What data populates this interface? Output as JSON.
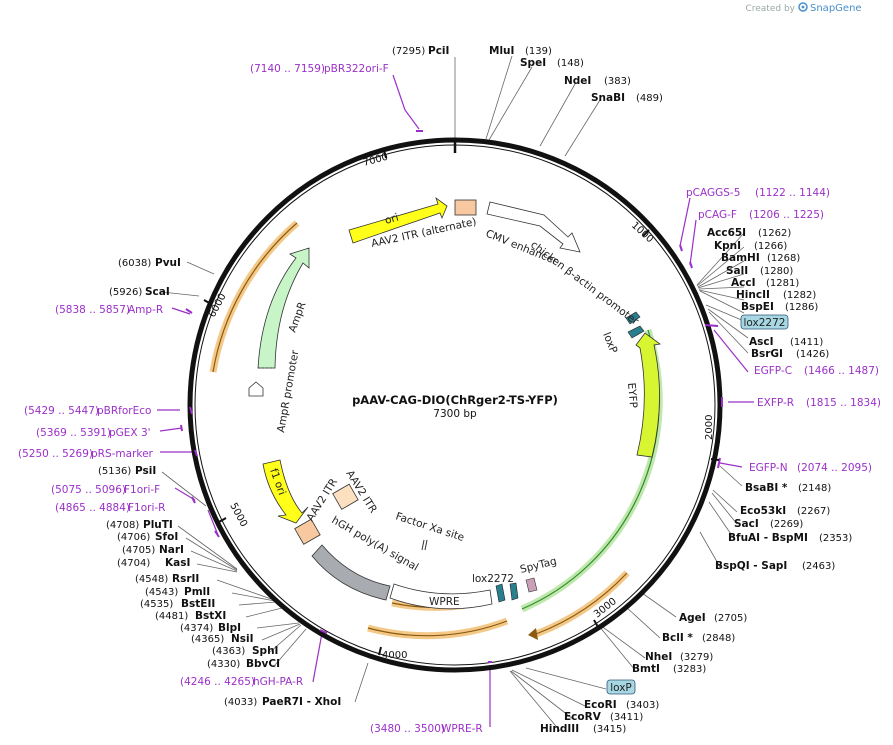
{
  "title": "pAAV-CAG-DIO(ChRger2-TS-YFP)",
  "length_label": "7300 bp",
  "total_bp": 7300,
  "credit": {
    "prefix": "Created by",
    "brand": "SnapGene"
  },
  "ticks": [
    {
      "bp": 1000,
      "label": "1000"
    },
    {
      "bp": 2000,
      "label": "2000"
    },
    {
      "bp": 3000,
      "label": "3000"
    },
    {
      "bp": 4000,
      "label": "4000"
    },
    {
      "bp": 5000,
      "label": "5000"
    },
    {
      "bp": 6000,
      "label": "6000"
    },
    {
      "bp": 7000,
      "label": "7000"
    }
  ],
  "sites": [
    {
      "name": "PciI",
      "pos": "(7295)"
    },
    {
      "name": "MluI",
      "pos": "(139)"
    },
    {
      "name": "SpeI",
      "pos": "(148)"
    },
    {
      "name": "NdeI",
      "pos": "(383)"
    },
    {
      "name": "SnaBI",
      "pos": "(489)"
    },
    {
      "name": "Acc65I",
      "pos": "(1262)"
    },
    {
      "name": "KpnI",
      "pos": "(1266)"
    },
    {
      "name": "BamHI",
      "pos": "(1268)"
    },
    {
      "name": "SalI",
      "pos": "(1280)"
    },
    {
      "name": "AccI",
      "pos": "(1281)"
    },
    {
      "name": "HincII",
      "pos": "(1282)"
    },
    {
      "name": "BspEI",
      "pos": "(1286)"
    },
    {
      "name": "AscI",
      "pos": "(1411)"
    },
    {
      "name": "BsrGI",
      "pos": "(1426)"
    },
    {
      "name": "BsaBI *",
      "pos": "(2148)"
    },
    {
      "name": "Eco53kI",
      "pos": "(2267)"
    },
    {
      "name": "SacI",
      "pos": "(2269)"
    },
    {
      "name": "BfuAI  - BspMI",
      "pos": "(2353)"
    },
    {
      "name": "BspQI  - SapI",
      "pos": "(2463)"
    },
    {
      "name": "AgeI",
      "pos": "(2705)"
    },
    {
      "name": "BclI *",
      "pos": "(2848)"
    },
    {
      "name": "NheI",
      "pos": "(3279)"
    },
    {
      "name": "BmtI",
      "pos": "(3283)"
    },
    {
      "name": "EcoRI",
      "pos": "(3403)"
    },
    {
      "name": "EcoRV",
      "pos": "(3411)"
    },
    {
      "name": "HindIII",
      "pos": "(3415)"
    },
    {
      "name": "PaeR7I  - XhoI",
      "pos": "(4033)"
    },
    {
      "name": "BbvCI",
      "pos": "(4330)"
    },
    {
      "name": "SphI",
      "pos": "(4363)"
    },
    {
      "name": "NsiI",
      "pos": "(4365)"
    },
    {
      "name": "BlpI",
      "pos": "(4374)"
    },
    {
      "name": "BstXI",
      "pos": "(4481)"
    },
    {
      "name": "BstEII",
      "pos": "(4535)"
    },
    {
      "name": "PmlI",
      "pos": "(4543)"
    },
    {
      "name": "RsrII",
      "pos": "(4548)"
    },
    {
      "name": "KasI",
      "pos": "(4704)"
    },
    {
      "name": "NarI",
      "pos": "(4705)"
    },
    {
      "name": "SfoI",
      "pos": "(4706)"
    },
    {
      "name": "PluTI",
      "pos": "(4708)"
    },
    {
      "name": "PsiI",
      "pos": "(5136)"
    },
    {
      "name": "ScaI",
      "pos": "(5926)"
    },
    {
      "name": "PvuI",
      "pos": "(6038)"
    }
  ],
  "primers": [
    {
      "name": "pBR322ori-F",
      "range": "(7140 .. 7159)"
    },
    {
      "name": "pCAGGS-5",
      "range": "(1122 .. 1144)"
    },
    {
      "name": "pCAG-F",
      "range": "(1206 .. 1225)"
    },
    {
      "name": "EGFP-C",
      "range": "(1466 .. 1487)"
    },
    {
      "name": "EXFP-R",
      "range": "(1815 .. 1834)"
    },
    {
      "name": "EGFP-N",
      "range": "(2074 .. 2095)"
    },
    {
      "name": "WPRE-R",
      "range": "(3480 .. 3500)"
    },
    {
      "name": "hGH-PA-R",
      "range": "(4246 .. 4265)"
    },
    {
      "name": "F1ori-R",
      "range": "(4865 .. 4884)"
    },
    {
      "name": "F1ori-F",
      "range": "(5075 .. 5096)"
    },
    {
      "name": "pRS-marker",
      "range": "(5250 .. 5269)"
    },
    {
      "name": "pGEX 3'",
      "range": "(5369 .. 5391)"
    },
    {
      "name": "pBRforEco",
      "range": "(5429 .. 5447)"
    },
    {
      "name": "Amp-R",
      "range": "(5838 .. 5857)"
    }
  ],
  "features": [
    {
      "name": "ori"
    },
    {
      "name": "AAV2 ITR (alternate)"
    },
    {
      "name": "CMV enhancer"
    },
    {
      "name": "chicken β-actin promoter"
    },
    {
      "name": "loxP"
    },
    {
      "name": "EYFP"
    },
    {
      "name": "lox2272"
    },
    {
      "name": "SpyTag"
    },
    {
      "name": "WPRE"
    },
    {
      "name": "hGH poly(A) signal"
    },
    {
      "name": "AAV2 ITR"
    },
    {
      "name": "AAV2 ITR"
    },
    {
      "name": "Factor Xa site"
    },
    {
      "name": "f1 ori"
    },
    {
      "name": "AmpR promoter"
    },
    {
      "name": "AmpR"
    }
  ],
  "boxed_labels": [
    {
      "name": "lox2272"
    },
    {
      "name": "loxP"
    }
  ]
}
